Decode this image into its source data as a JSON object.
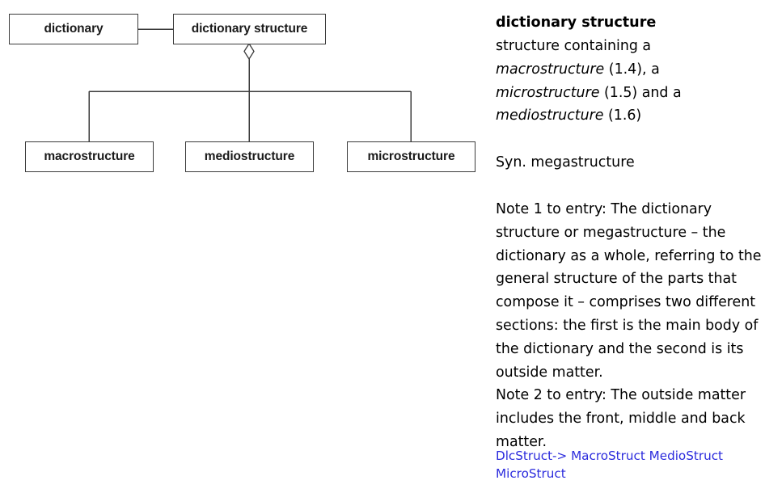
{
  "diagram": {
    "type": "uml-aggregation",
    "relationship": "aggregation",
    "boxes": [
      {
        "id": "dictionary",
        "label": "dictionary"
      },
      {
        "id": "dictionary-structure",
        "label": "dictionary structure"
      },
      {
        "id": "macrostructure",
        "label": "macrostructure"
      },
      {
        "id": "mediostructure",
        "label": "mediostructure"
      },
      {
        "id": "microstructure",
        "label": "microstructure"
      }
    ],
    "colors": {
      "box_border": "#3b3b3b",
      "box_fill": "#ffffff",
      "connector": "#3b3b3b"
    }
  },
  "entry": {
    "term": "dictionary structure",
    "definition": {
      "line1": "structure containing a",
      "line2_xref": "macrostructure",
      "line2_ref": " (1.4), a",
      "line3_xref": "microstructure",
      "line3_ref": " (1.5) and a",
      "line4_xref": "mediostructure",
      "line4_ref": " (1.6)"
    },
    "synonym": "Syn. megastructure",
    "notes": {
      "note1": "Note 1 to entry: The dictionary structure or megastructure – the dictionary as a whole, referring to the general structure of the parts that compose it – comprises two different sections: the first is the main body of the dictionary and the second is its outside matter.",
      "note2": "Note 2 to entry: The outside matter includes the front, middle and back matter."
    },
    "link": "DlcStruct-> MacroStruct MedioStruct MicroStruct",
    "link_color": "#2b2bdd"
  }
}
